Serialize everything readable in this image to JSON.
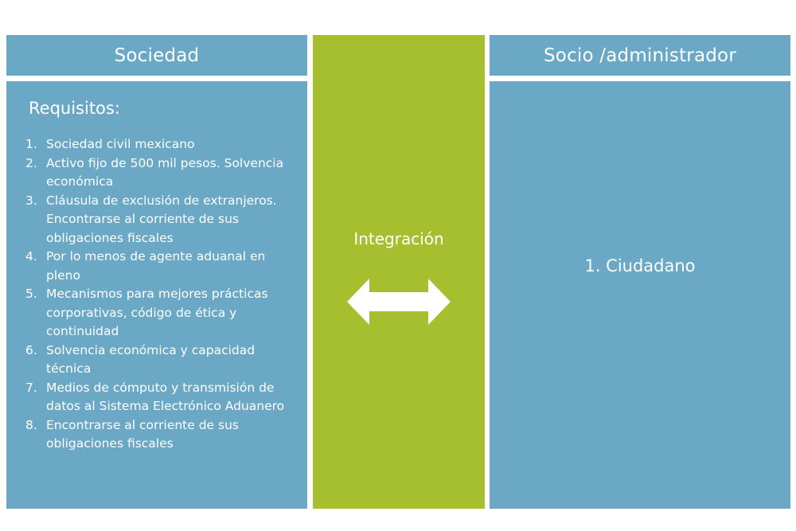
{
  "left": {
    "header": "Sociedad",
    "heading": "Requisitos:",
    "items": [
      {
        "num": "1.",
        "text": "Sociedad civil mexicano"
      },
      {
        "num": "2.",
        "text": "Activo fijo de 500 mil pesos. Solvencia económica"
      },
      {
        "num": "3.",
        "text": "Cláusula de exclusión de extranjeros. Encontrarse al corriente de sus obligaciones fiscales"
      },
      {
        "num": "4.",
        "text": "Por lo menos de agente aduanal en pleno"
      },
      {
        "num": "5.",
        "text": "Mecanismos para mejores prácticas corporativas, código de ética y continuidad"
      },
      {
        "num": "6.",
        "text": "Solvencia económica y capacidad técnica"
      },
      {
        "num": "7.",
        "text": "Medios de cómputo y transmisión de datos al Sistema Electrónico Aduanero"
      },
      {
        "num": "8.",
        "text": "Encontrarse al corriente de sus obligaciones fiscales"
      }
    ]
  },
  "center": {
    "label": "Integración",
    "icon": "double-arrow-icon"
  },
  "right": {
    "header": "Socio /administrador",
    "item": "1. Ciudadano"
  },
  "colors": {
    "blue": "#6aa8c6",
    "green": "#a6bf2e",
    "text": "#ffffff"
  }
}
